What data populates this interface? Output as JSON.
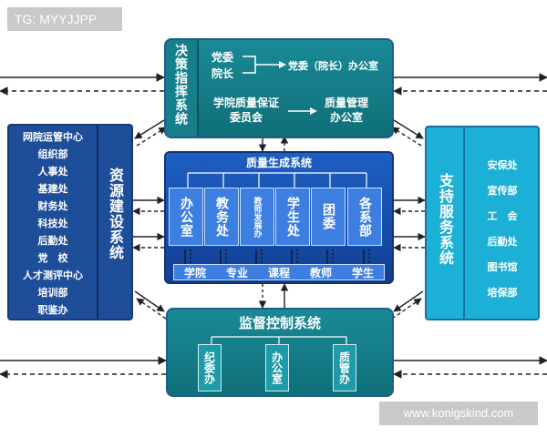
{
  "watermarks": {
    "top": "TG: MYYJJPP",
    "bottom": "www.konigskind.com"
  },
  "decision": {
    "title": "决策指挥系统",
    "party": "党委",
    "president": "院长",
    "office": "党委（院长）办公室",
    "committee_line1": "学院质量保证",
    "committee_line2": "委员会",
    "qm_line1": "质量管理",
    "qm_line2": "办公室"
  },
  "quality": {
    "title": "质量生成系统",
    "units": [
      "办公室",
      "教务处",
      "教师发展办",
      "学生处",
      "团委",
      "各系部"
    ],
    "bottom_items": [
      "学院",
      "专业",
      "课程",
      "教师",
      "学生"
    ]
  },
  "resource": {
    "title": "资源建设系统",
    "items": [
      "网院运管中心",
      "组织部",
      "人事处",
      "基建处",
      "财务处",
      "科技处",
      "后勤处",
      "党　校",
      "人才测评中心",
      "培训部",
      "职鉴办"
    ]
  },
  "support": {
    "title": "支持服务系统",
    "items": [
      "安保处",
      "宣传部",
      "工　会",
      "后勤处",
      "图书馆",
      "培保部"
    ]
  },
  "supervision": {
    "title": "监督控制系统",
    "units": [
      "纪委办",
      "办公室",
      "质管办"
    ]
  }
}
